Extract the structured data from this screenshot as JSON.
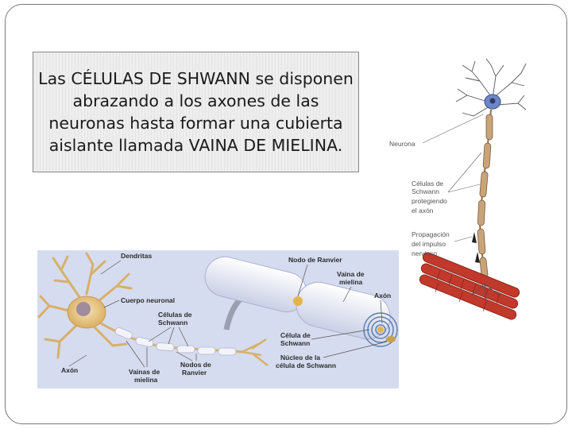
{
  "paragraph": "Las CÉLULAS DE SHWANN se disponen abrazando a los axones de las neuronas hasta formar una cubierta aislante llamada VAINA DE MIELINA.",
  "figure_left": {
    "labels": {
      "dendritas": "Dendritas",
      "cuerpo": "Cuerpo neuronal",
      "celulas_1": "Células de",
      "celulas_2": "Schwann",
      "axon_left": "Axón",
      "vainas_1": "Vainas de",
      "vainas_2": "mielina",
      "nodos_1": "Nodos de",
      "nodos_2": "Ranvier",
      "nodo_ranvier": "Nodo de Ranvier",
      "vaina_1": "Vaina de",
      "vaina_2": "mielina",
      "axon_right": "Axón",
      "celula_1": "Célula de",
      "celula_2": "Schwann",
      "nucleo_1": "Núcleo de la",
      "nucleo_2": "célula de Schwann"
    }
  },
  "figure_right": {
    "labels": {
      "neurona": "Neurona",
      "celulas_1": "Células de",
      "celulas_2": "Schwann",
      "celulas_3": "protegiendo",
      "celulas_4": "el axón",
      "prop_1": "Propagación",
      "prop_2": "del impulso",
      "prop_3": "nervioso"
    }
  },
  "colors": {
    "border": "#7a7a7a",
    "textbox_bg": "#eeeeee",
    "figure_bg": "#d6dcef",
    "neuron": "#e9c88a",
    "myelin": "#eef0f8",
    "muscle": "#c0392b"
  }
}
